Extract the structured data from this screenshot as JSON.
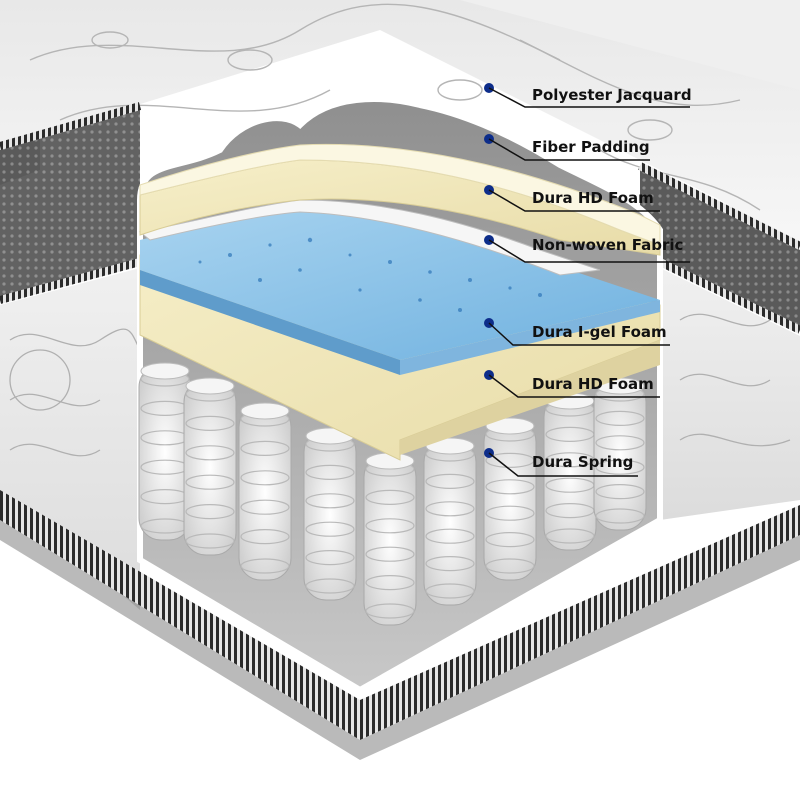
{
  "labels": [
    {
      "id": "polyester-jacquard",
      "text": "Polyester Jacquard"
    },
    {
      "id": "fiber-padding",
      "text": "Fiber Padding"
    },
    {
      "id": "dura-hd-foam-top",
      "text": "Dura HD Foam"
    },
    {
      "id": "non-woven-fabric",
      "text": "Non-woven Fabric"
    },
    {
      "id": "dura-i-gel-foam",
      "text": "Dura I-gel Foam"
    },
    {
      "id": "dura-hd-foam-bottom",
      "text": "Dura HD Foam"
    },
    {
      "id": "dura-spring",
      "text": "Dura Spring"
    }
  ],
  "colors": {
    "marker": "#0d2d8a",
    "leader": "#111111",
    "foam": "#f2eac0",
    "gel": "#8fc3e8",
    "fabric": "#f4f4f4",
    "border": "#5a5a5a"
  }
}
